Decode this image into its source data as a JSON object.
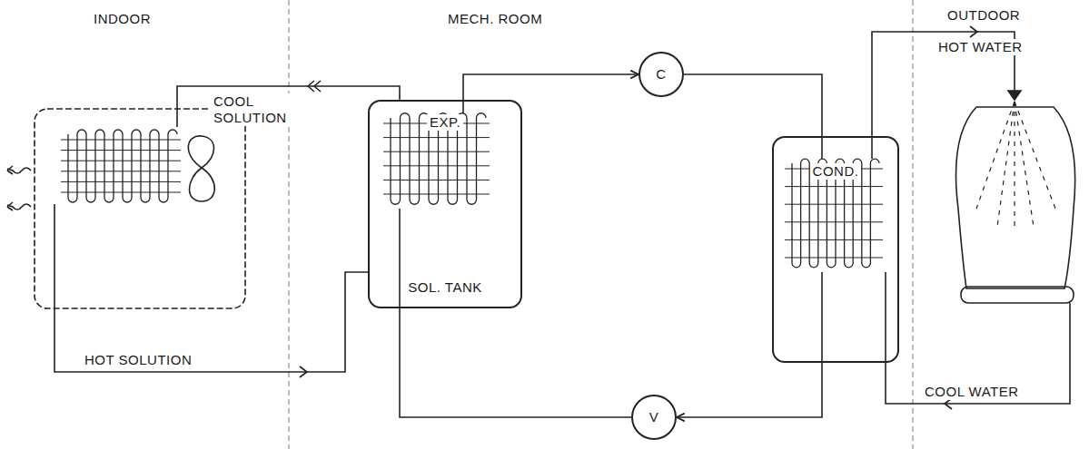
{
  "diagram": {
    "nodes": [
      {
        "text": [
          "EXP.",
          "SOL. TANK"
        ]
      },
      {
        "text": [
          "C"
        ]
      },
      {
        "text": [
          "COND."
        ]
      },
      {
        "text": [
          "V"
        ]
      }
    ],
    "edges": [
      {
        "from": 0,
        "to": 1,
        "arrow": "to"
      },
      {
        "from": 1,
        "to": 2,
        "arrow": "none"
      },
      {
        "from": 2,
        "to": 3,
        "arrow": "to"
      },
      {
        "from": 3,
        "to": 0,
        "arrow": "none"
      }
    ],
    "labels": [
      "INDOOR",
      "MECH. ROOM",
      "OUTDOOR",
      "COOL SOLUTION",
      "HOT SOLUTION",
      "HOT WATER",
      "COOL WATER"
    ]
  }
}
